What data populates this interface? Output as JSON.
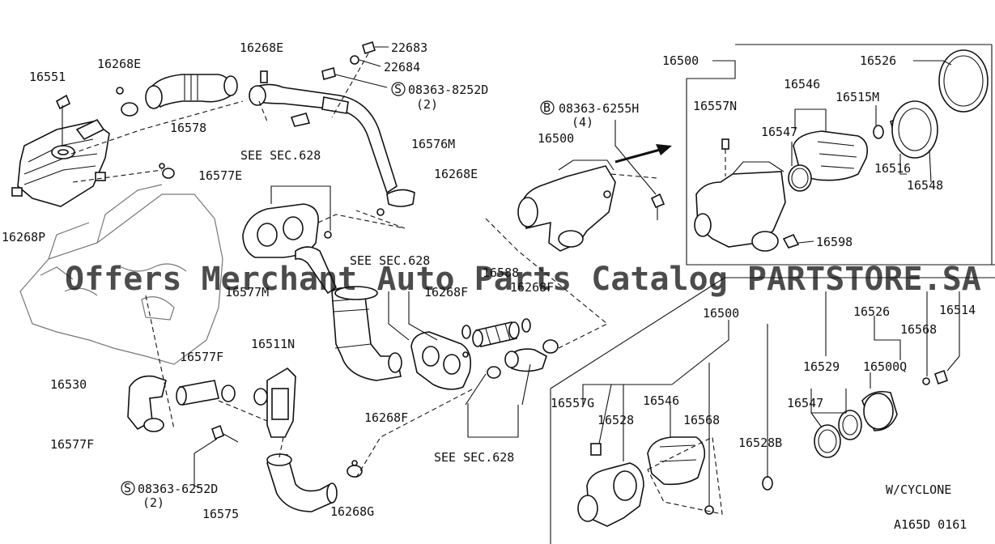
{
  "watermark": "Offers Merchant Auto Parts Catalog PARTSTORE.SA",
  "diagram_code": "A165D 0161",
  "variant_label": "W/CYCLONE",
  "labels": {
    "p16551": "16551",
    "p16268e_a": "16268E",
    "p16268e_b": "16268E",
    "p16268e_c": "16268E",
    "p22683": "22683",
    "p22684": "22684",
    "bolt_8252_a": "08363-8252D",
    "bolt_8252_a_qty": "(2)",
    "p16578": "16578",
    "p16576m": "16576M",
    "p16577e": "16577E",
    "see_628_a": "SEE SEC.628",
    "see_628_b": "SEE SEC.628",
    "see_628_c": "SEE SEC.628",
    "p16268p": "16268P",
    "p16577m": "16577M",
    "p16268f_a": "16268F",
    "p16268f_b": "16268F",
    "p16268f_c": "16268F",
    "p16588": "16588",
    "p16577f_a": "16577F",
    "p16577f_b": "16577F",
    "p16511n": "16511N",
    "p16530": "16530",
    "bolt_6252": "08363-6252D",
    "bolt_6252_qty": "(2)",
    "p16575": "16575",
    "p16268g": "16268G",
    "bolt_6255": "08363-6255H",
    "bolt_6255_qty": "(4)",
    "p16500_a": "16500",
    "p16500_b": "16500",
    "p16500_c": "16500",
    "p16526_a": "16526",
    "p16526_b": "16526",
    "p16546_a": "16546",
    "p16546_b": "16546",
    "p16515m": "16515M",
    "p16557n": "16557N",
    "p16547_a": "16547",
    "p16547_b": "16547",
    "p16516": "16516",
    "p16548": "16548",
    "p16598": "16598",
    "p16514": "16514",
    "p16568_a": "16568",
    "p16568_b": "16568",
    "p16529": "16529",
    "p16500q": "16500Q",
    "p16557g": "16557G",
    "p16528": "16528",
    "p16528b": "16528B",
    "bolt_symbol_s": "S",
    "bolt_symbol_b": "B"
  }
}
